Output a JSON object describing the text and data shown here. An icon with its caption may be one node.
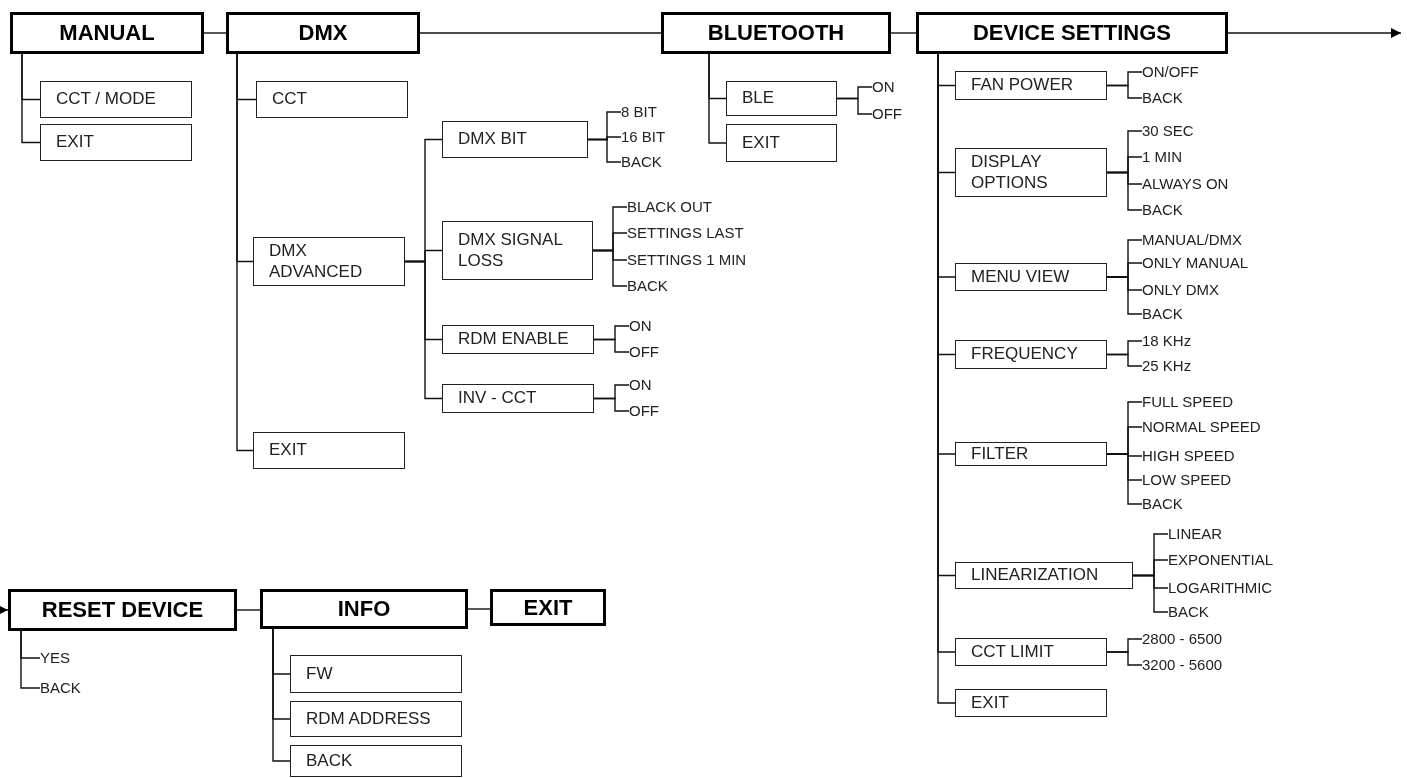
{
  "diagram": {
    "nodes": [
      {
        "text": [
          "MANUAL"
        ]
      },
      {
        "text": [
          "CCT / MODE"
        ]
      },
      {
        "text": [
          "EXIT"
        ]
      },
      {
        "text": [
          "DMX"
        ]
      },
      {
        "text": [
          "CCT"
        ]
      },
      {
        "text": [
          "DMX ADVANCED"
        ]
      },
      {
        "text": [
          "DMX BIT"
        ]
      },
      {
        "text": [
          "8 BIT"
        ]
      },
      {
        "text": [
          "16 BIT"
        ]
      },
      {
        "text": [
          "BACK"
        ]
      },
      {
        "text": [
          "DMX SIGNAL LOSS"
        ]
      },
      {
        "text": [
          "BLACK OUT"
        ]
      },
      {
        "text": [
          "SETTINGS LAST"
        ]
      },
      {
        "text": [
          "SETTINGS 1 MIN"
        ]
      },
      {
        "text": [
          "BACK"
        ]
      },
      {
        "text": [
          "RDM ENABLE"
        ]
      },
      {
        "text": [
          "ON"
        ]
      },
      {
        "text": [
          "OFF"
        ]
      },
      {
        "text": [
          "INV - CCT"
        ]
      },
      {
        "text": [
          "ON"
        ]
      },
      {
        "text": [
          "OFF"
        ]
      },
      {
        "text": [
          "EXIT"
        ]
      },
      {
        "text": [
          "BLUETOOTH"
        ]
      },
      {
        "text": [
          "BLE"
        ]
      },
      {
        "text": [
          "EXIT"
        ]
      },
      {
        "text": [
          "ON"
        ]
      },
      {
        "text": [
          "OFF"
        ]
      },
      {
        "text": [
          "DEVICE SETTINGS"
        ]
      },
      {
        "text": [
          "FAN POWER"
        ]
      },
      {
        "text": [
          "ON/OFF"
        ]
      },
      {
        "text": [
          "BACK"
        ]
      },
      {
        "text": [
          "DISPLAY OPTIONS"
        ]
      },
      {
        "text": [
          "30 SEC"
        ]
      },
      {
        "text": [
          "1 MIN"
        ]
      },
      {
        "text": [
          "ALWAYS ON"
        ]
      },
      {
        "text": [
          "BACK"
        ]
      },
      {
        "text": [
          "MENU VIEW"
        ]
      },
      {
        "text": [
          "MANUAL/DMX"
        ]
      },
      {
        "text": [
          "ONLY MANUAL"
        ]
      },
      {
        "text": [
          "ONLY DMX"
        ]
      },
      {
        "text": [
          "BACK"
        ]
      },
      {
        "text": [
          "FREQUENCY"
        ]
      },
      {
        "text": [
          "18 KHz"
        ]
      },
      {
        "text": [
          "25 KHz"
        ]
      },
      {
        "text": [
          "FILTER"
        ]
      },
      {
        "text": [
          "FULL SPEED"
        ]
      },
      {
        "text": [
          "NORMAL SPEED"
        ]
      },
      {
        "text": [
          "HIGH SPEED"
        ]
      },
      {
        "text": [
          "LOW SPEED"
        ]
      },
      {
        "text": [
          "BACK"
        ]
      },
      {
        "text": [
          "LINEARIZATION"
        ]
      },
      {
        "text": [
          "LINEAR"
        ]
      },
      {
        "text": [
          "EXPONENTIAL"
        ]
      },
      {
        "text": [
          "LOGARITHMIC"
        ]
      },
      {
        "text": [
          "BACK"
        ]
      },
      {
        "text": [
          "CCT LIMIT"
        ]
      },
      {
        "text": [
          "2800 - 6500"
        ]
      },
      {
        "text": [
          "3200 - 5600"
        ]
      },
      {
        "text": [
          "EXIT"
        ]
      },
      {
        "text": [
          "RESET DEVICE"
        ]
      },
      {
        "text": [
          "YES"
        ]
      },
      {
        "text": [
          "BACK"
        ]
      },
      {
        "text": [
          "INFO"
        ]
      },
      {
        "text": [
          "FW"
        ]
      },
      {
        "text": [
          "RDM ADDRESS"
        ]
      },
      {
        "text": [
          "BACK"
        ]
      },
      {
        "text": [
          "EXIT"
        ]
      }
    ],
    "edges": [
      {
        "from": 0,
        "to": 3,
        "arrow": "none"
      },
      {
        "from": 3,
        "to": 22,
        "arrow": "none"
      },
      {
        "from": 22,
        "to": 27,
        "arrow": "none"
      },
      {
        "from": 27,
        "to": null,
        "arrow": "to"
      },
      {
        "from": null,
        "to": 59,
        "arrow": "to"
      },
      {
        "from": 59,
        "to": 62,
        "arrow": "none"
      },
      {
        "from": 62,
        "to": 66,
        "arrow": "none"
      },
      {
        "from": 0,
        "to": 1,
        "arrow": "none"
      },
      {
        "from": 0,
        "to": 2,
        "arrow": "none"
      },
      {
        "from": 3,
        "to": 4,
        "arrow": "none"
      },
      {
        "from": 3,
        "to": 5,
        "arrow": "none"
      },
      {
        "from": 3,
        "to": 21,
        "arrow": "none"
      },
      {
        "from": 5,
        "to": 6,
        "arrow": "none"
      },
      {
        "from": 5,
        "to": 10,
        "arrow": "none"
      },
      {
        "from": 5,
        "to": 15,
        "arrow": "none"
      },
      {
        "from": 5,
        "to": 18,
        "arrow": "none"
      },
      {
        "from": 6,
        "to": 7,
        "arrow": "none"
      },
      {
        "from": 6,
        "to": 8,
        "arrow": "none"
      },
      {
        "from": 6,
        "to": 9,
        "arrow": "none"
      },
      {
        "from": 10,
        "to": 11,
        "arrow": "none"
      },
      {
        "from": 10,
        "to": 12,
        "arrow": "none"
      },
      {
        "from": 10,
        "to": 13,
        "arrow": "none"
      },
      {
        "from": 10,
        "to": 14,
        "arrow": "none"
      },
      {
        "from": 15,
        "to": 16,
        "arrow": "none"
      },
      {
        "from": 15,
        "to": 17,
        "arrow": "none"
      },
      {
        "from": 18,
        "to": 19,
        "arrow": "none"
      },
      {
        "from": 18,
        "to": 20,
        "arrow": "none"
      },
      {
        "from": 22,
        "to": 23,
        "arrow": "none"
      },
      {
        "from": 22,
        "to": 24,
        "arrow": "none"
      },
      {
        "from": 23,
        "to": 25,
        "arrow": "none"
      },
      {
        "from": 23,
        "to": 26,
        "arrow": "none"
      },
      {
        "from": 27,
        "to": 28,
        "arrow": "none"
      },
      {
        "from": 27,
        "to": 31,
        "arrow": "none"
      },
      {
        "from": 27,
        "to": 36,
        "arrow": "none"
      },
      {
        "from": 27,
        "to": 41,
        "arrow": "none"
      },
      {
        "from": 27,
        "to": 44,
        "arrow": "none"
      },
      {
        "from": 27,
        "to": 50,
        "arrow": "none"
      },
      {
        "from": 27,
        "to": 55,
        "arrow": "none"
      },
      {
        "from": 27,
        "to": 58,
        "arrow": "none"
      },
      {
        "from": 28,
        "to": 29,
        "arrow": "none"
      },
      {
        "from": 28,
        "to": 30,
        "arrow": "none"
      },
      {
        "from": 31,
        "to": 32,
        "arrow": "none"
      },
      {
        "from": 31,
        "to": 33,
        "arrow": "none"
      },
      {
        "from": 31,
        "to": 34,
        "arrow": "none"
      },
      {
        "from": 31,
        "to": 35,
        "arrow": "none"
      },
      {
        "from": 36,
        "to": 37,
        "arrow": "none"
      },
      {
        "from": 36,
        "to": 38,
        "arrow": "none"
      },
      {
        "from": 36,
        "to": 39,
        "arrow": "none"
      },
      {
        "from": 36,
        "to": 40,
        "arrow": "none"
      },
      {
        "from": 41,
        "to": 42,
        "arrow": "none"
      },
      {
        "from": 41,
        "to": 43,
        "arrow": "none"
      },
      {
        "from": 44,
        "to": 45,
        "arrow": "none"
      },
      {
        "from": 44,
        "to": 46,
        "arrow": "none"
      },
      {
        "from": 44,
        "to": 47,
        "arrow": "none"
      },
      {
        "from": 44,
        "to": 48,
        "arrow": "none"
      },
      {
        "from": 44,
        "to": 49,
        "arrow": "none"
      },
      {
        "from": 50,
        "to": 51,
        "arrow": "none"
      },
      {
        "from": 50,
        "to": 52,
        "arrow": "none"
      },
      {
        "from": 50,
        "to": 53,
        "arrow": "none"
      },
      {
        "from": 50,
        "to": 54,
        "arrow": "none"
      },
      {
        "from": 55,
        "to": 56,
        "arrow": "none"
      },
      {
        "from": 55,
        "to": 57,
        "arrow": "none"
      },
      {
        "from": 59,
        "to": 60,
        "arrow": "none"
      },
      {
        "from": 59,
        "to": 61,
        "arrow": "none"
      },
      {
        "from": 62,
        "to": 63,
        "arrow": "none"
      },
      {
        "from": 62,
        "to": 64,
        "arrow": "none"
      },
      {
        "from": 62,
        "to": 65,
        "arrow": "none"
      }
    ]
  }
}
